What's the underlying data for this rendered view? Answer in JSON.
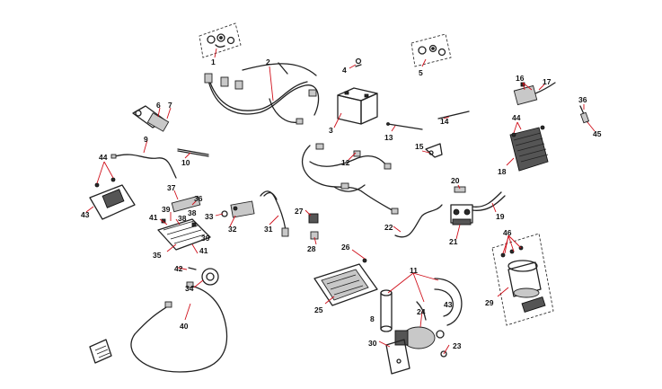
{
  "diagram": {
    "callouts": [
      "1",
      "2",
      "3",
      "4",
      "5",
      "6",
      "7",
      "8",
      "9",
      "10",
      "11",
      "12",
      "13",
      "14",
      "15",
      "16",
      "17",
      "18",
      "19",
      "20",
      "21",
      "22",
      "23",
      "24",
      "25",
      "26",
      "27",
      "28",
      "29",
      "30",
      "31",
      "32",
      "33",
      "34",
      "35",
      "36",
      "37",
      "38",
      "39",
      "40",
      "41",
      "42",
      "43",
      "44",
      "45",
      "46"
    ],
    "leader_color": "#d0101b",
    "line_color": "#222222"
  }
}
